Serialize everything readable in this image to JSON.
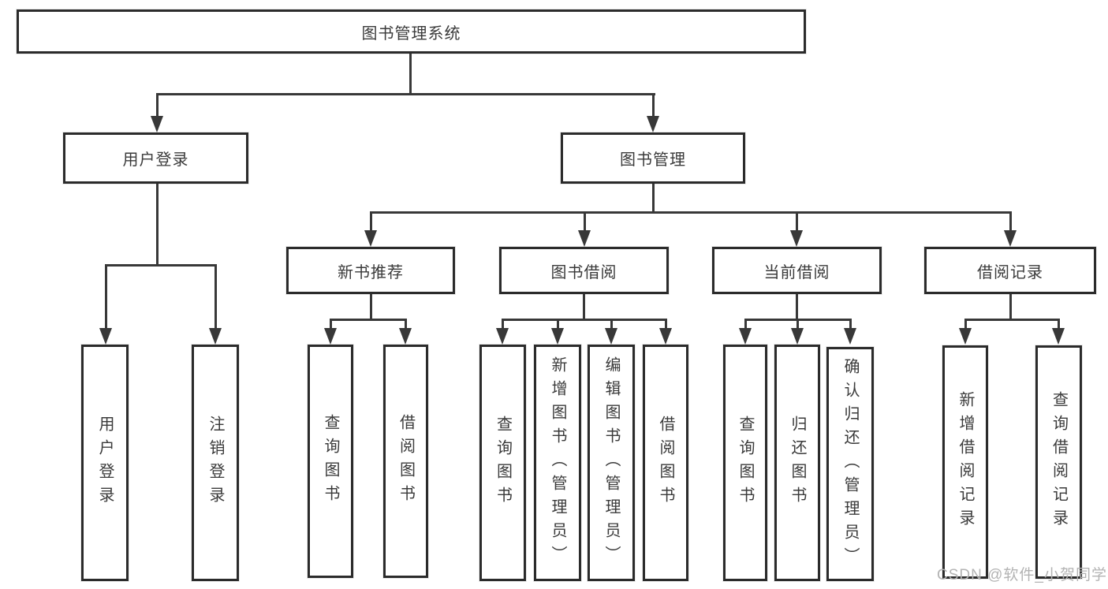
{
  "diagram": {
    "type": "hierarchy-tree",
    "root": {
      "label": "图书管理系统",
      "children": [
        {
          "label": "用户登录",
          "children": [
            {
              "label": "用户登录"
            },
            {
              "label": "注销登录"
            }
          ]
        },
        {
          "label": "图书管理",
          "children": [
            {
              "label": "新书推荐",
              "children": [
                {
                  "label": "查询图书"
                },
                {
                  "label": "借阅图书"
                }
              ]
            },
            {
              "label": "图书借阅",
              "children": [
                {
                  "label": "查询图书"
                },
                {
                  "label": "新增图书（管理员）"
                },
                {
                  "label": "编辑图书（管理员）"
                },
                {
                  "label": "借阅图书"
                }
              ]
            },
            {
              "label": "当前借阅",
              "children": [
                {
                  "label": "查询图书"
                },
                {
                  "label": "归还图书"
                },
                {
                  "label": "确认归还（管理员）"
                }
              ]
            },
            {
              "label": "借阅记录",
              "children": [
                {
                  "label": "新增借阅记录"
                },
                {
                  "label": "查询借阅记录"
                }
              ]
            }
          ]
        }
      ]
    },
    "watermark": "CSDN @软件_小贺同学",
    "colors": {
      "background": "#ffffff",
      "box_border": "#2b2b2b",
      "connector_line": "#383838",
      "text": "#3a3a3a",
      "watermark_text": "#b3b3b3"
    }
  }
}
